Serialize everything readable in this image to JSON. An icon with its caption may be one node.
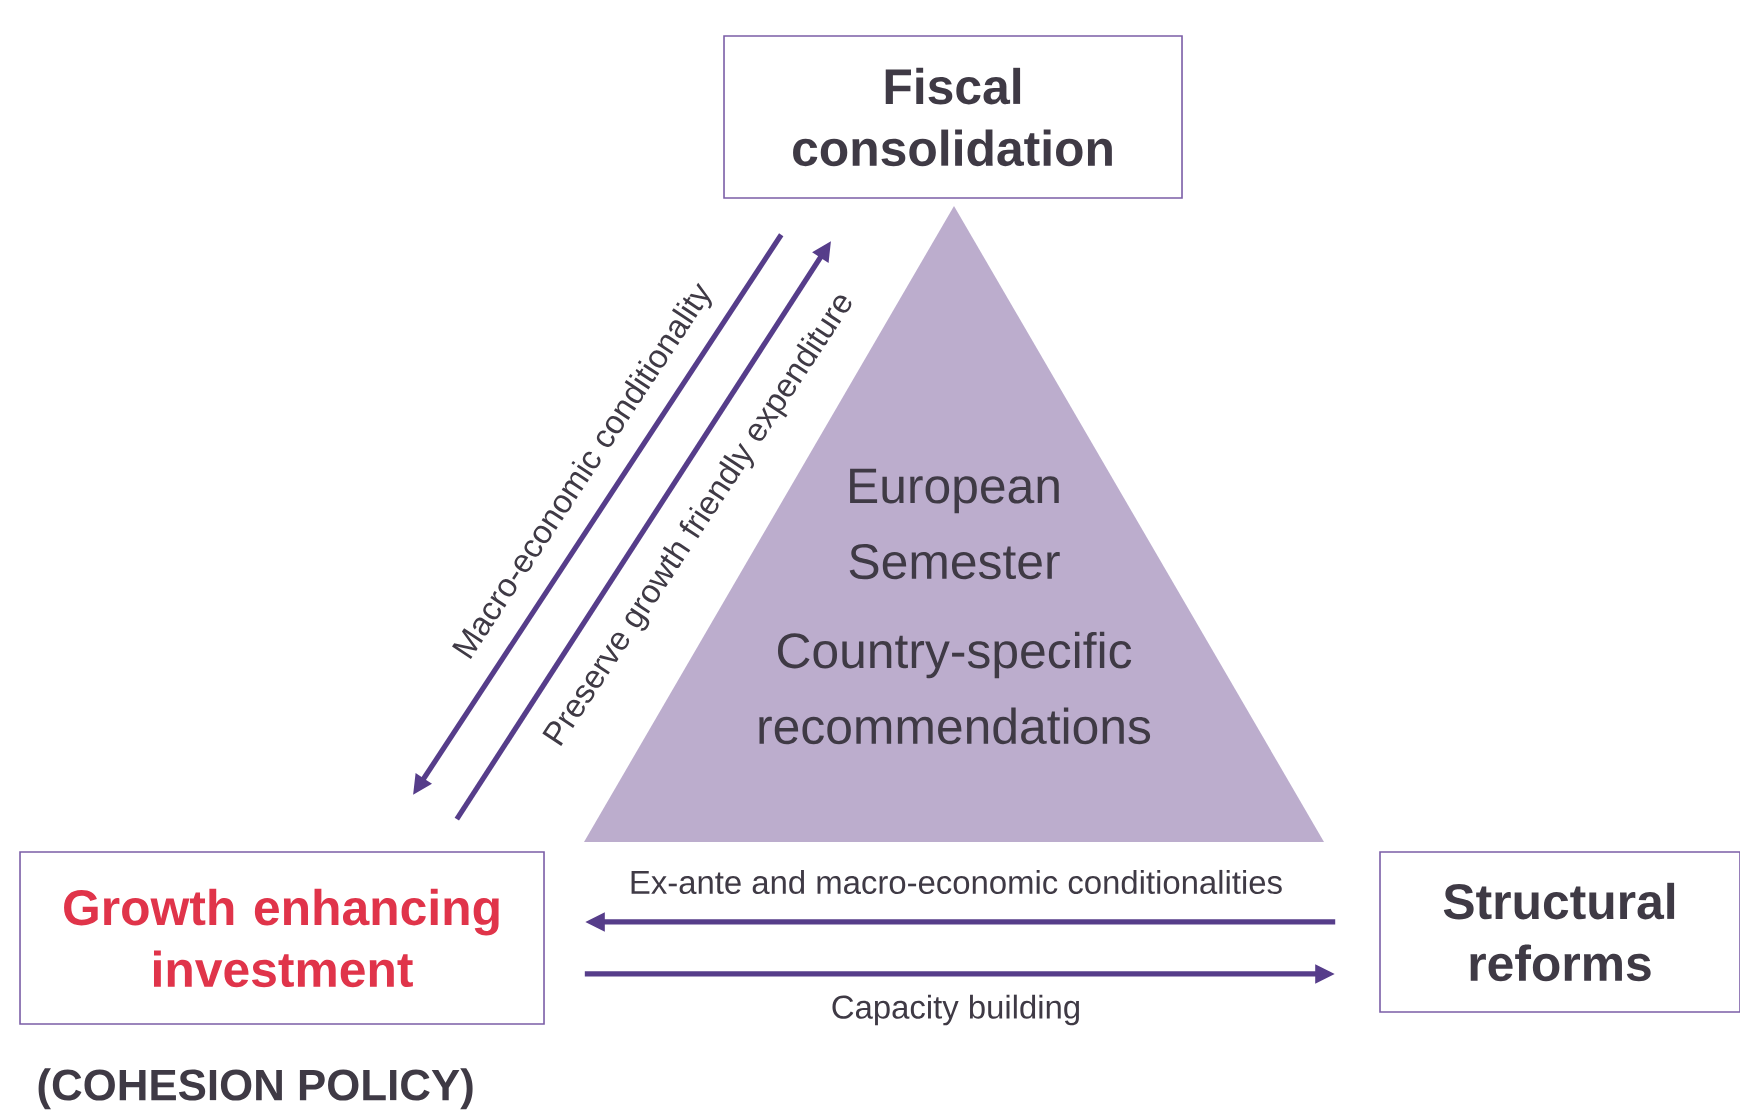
{
  "diagram": {
    "nodes": [
      {
        "text": [
          "Fiscal consolidation"
        ]
      },
      {
        "text": [
          "European Semester",
          "Country-specific recommendations"
        ]
      },
      {
        "text": [
          "Growth enhancing investment"
        ],
        "beside": [
          "(COHESION POLICY)"
        ]
      },
      {
        "text": [
          "Structural reforms"
        ]
      }
    ],
    "edges": [
      {
        "from": 0,
        "to": 2,
        "arrow": "to",
        "label": "Macro-economic conditionality"
      },
      {
        "from": 2,
        "to": 0,
        "arrow": "to",
        "label": "Preserve growth friendly expenditure"
      },
      {
        "from": 3,
        "to": 2,
        "arrow": "to",
        "label": "Ex-ante and macro-economic conditionalities"
      },
      {
        "from": 2,
        "to": 3,
        "arrow": "to",
        "label": "Capacity building"
      }
    ]
  }
}
